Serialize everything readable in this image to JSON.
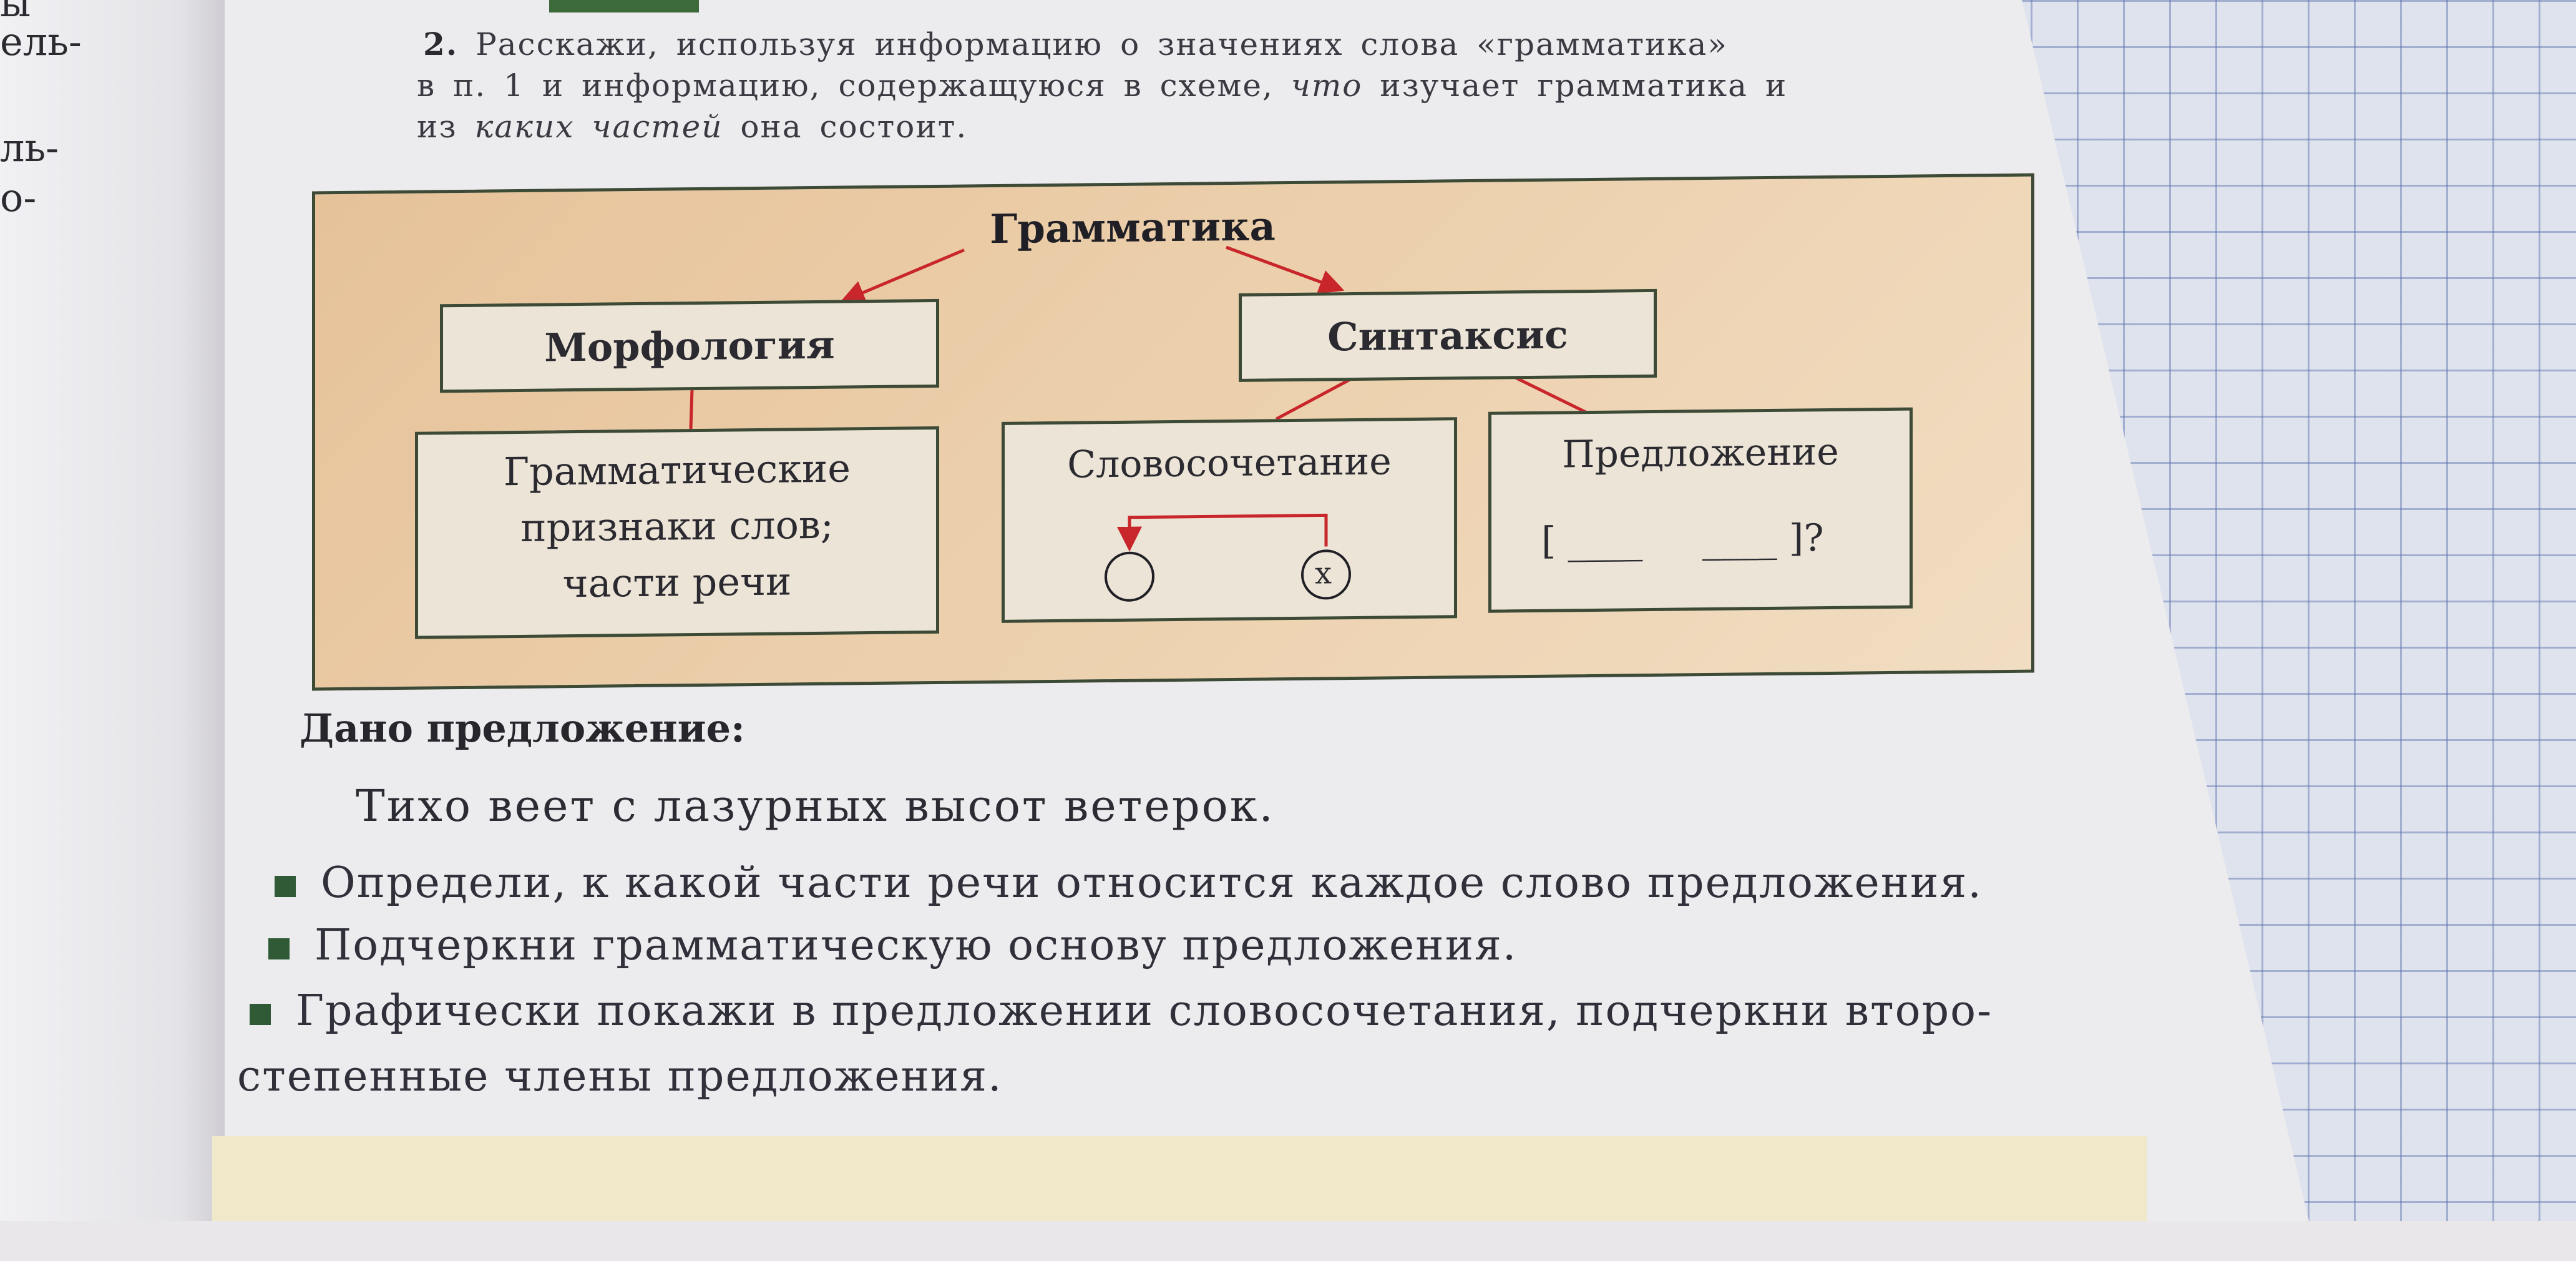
{
  "margin_fragments": [
    "ы",
    "ель-",
    "ль-",
    "о-"
  ],
  "task": {
    "number": "2.",
    "line1_start": "Расскажи, используя информацию о значениях слова «грамматика»",
    "line2_start": "в п. 1 и информацию, содержащуюся в схеме,",
    "line2_italic": "что",
    "line2_end": "изучает грамматика и",
    "line3_start": "из",
    "line3_italic": "каких частей",
    "line3_end": "она состоит."
  },
  "scheme": {
    "title": "Грамматика",
    "morphology": "Морфология",
    "syntax": "Синтаксис",
    "morph_child_line1": "Грамматические",
    "morph_child_line2": "признаки слов;",
    "morph_child_line3": "части речи",
    "phrase": "Словосочетание",
    "phrase_mark": "x",
    "sentence": "Предложение",
    "sentence_scheme": "[ ____     ____ ]?"
  },
  "given": {
    "label": "Дано предложение:",
    "sentence": "Тихо веет с лазурных высот ветерок."
  },
  "tasks": [
    "Определи, к какой части речи относится каждое слово предложения.",
    "Подчеркни грамматическую основу предложения.",
    "Графически покажи в предложении словосочетания, подчеркни второ-",
    "степенные члены предложения."
  ],
  "colors": {
    "scheme_fill": "#ecd0ad",
    "box_fill": "#ece4d6",
    "border": "#3d4b36",
    "arrow": "#c8262a",
    "bullet": "#2f5a35"
  }
}
